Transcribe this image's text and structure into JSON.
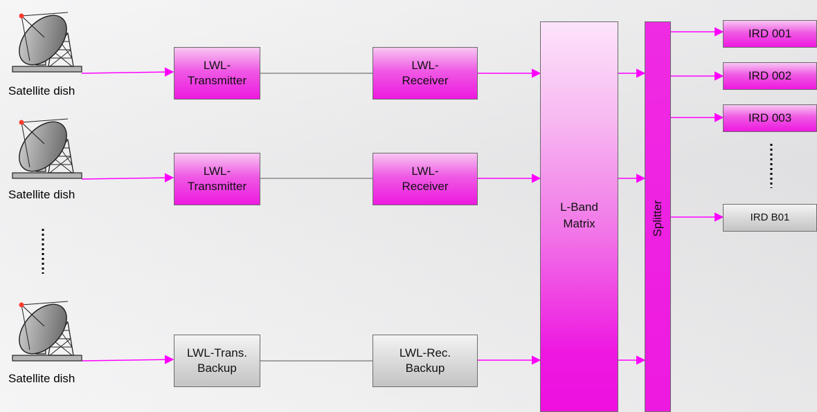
{
  "dishes": [
    {
      "label": "Satellite dish"
    },
    {
      "label": "Satellite dish"
    },
    {
      "label": "Satellite dish"
    }
  ],
  "transmitters": [
    {
      "label": "LWL-\nTransmitter"
    },
    {
      "label": "LWL-\nTransmitter"
    },
    {
      "label": "LWL-Trans.\nBackup"
    }
  ],
  "receivers": [
    {
      "label": "LWL-\nReceiver"
    },
    {
      "label": "LWL-\nReceiver"
    },
    {
      "label": "LWL-Rec.\nBackup"
    }
  ],
  "matrix": {
    "label": "L-Band\nMatrix"
  },
  "splitter": {
    "label": "Splitter"
  },
  "irds": [
    {
      "label": "IRD 001"
    },
    {
      "label": "IRD 002"
    },
    {
      "label": "IRD 003"
    },
    {
      "label": "IRD B01"
    }
  ],
  "colors": {
    "accent": "#ee19e0",
    "link": "#ff00ff",
    "fiber": "#808080",
    "backup": "#cccccc"
  }
}
